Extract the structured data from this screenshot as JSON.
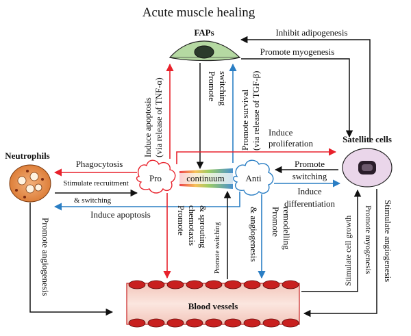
{
  "title": "Acute muscle healing",
  "nodes": {
    "faps": "FAPs",
    "satellite": "Satellite cells",
    "neutrophils": "Neutrophils",
    "blood": "Blood vessels",
    "pro": "Pro",
    "anti": "Anti",
    "continuum": "continuum"
  },
  "labels": {
    "inhibit_adipo": "Inhibit adipogenesis",
    "promote_myo": "Promote myogenesis",
    "induce_apop_tnf_1": "Induce apoptosis",
    "induce_apop_tnf_2": "(via release of TNF-α)",
    "promote_switching_faps_1": "Promote",
    "promote_switching_faps_2": "switching",
    "promote_survival_1": "Promote survival",
    "promote_survival_2": "(via release of TGF-β)",
    "induce_prolif_1": "Induce",
    "induce_prolif_2": "proliferation",
    "phagocytosis": "Phagocytosis",
    "stimulate_recruit": "Stimulate recruitment",
    "and_switching": "& switching",
    "induce_apoptosis": "Induce apoptosis",
    "promote_switching_sat_1": "Promote",
    "promote_switching_sat_2": "switching",
    "induce_diff_1": "Induce",
    "induce_diff_2": "differentiation",
    "promote_angio_neu": "Promote angiogenesis",
    "chemotaxis_1": "Promote",
    "chemotaxis_2": "chemotaxis",
    "chemotaxis_3": "& sprouting",
    "promote_switching_bv": "Promote switching",
    "remodel_1": "Promote",
    "remodel_2": "remodelling",
    "remodel_3": "& angiogenesis",
    "stim_cell_growth": "Stimulate cell growth",
    "promote_myo_v": "Promote myogenesis",
    "stim_angio": "Stimulate angiogenesis"
  },
  "colors": {
    "red": "#e8212b",
    "blue": "#2a7ec4",
    "black": "#111111",
    "fap_cell": "#b5d9a2",
    "satellite_cell": "#ead6ea",
    "vessel": "#f7d5cc",
    "rbc": "#c8201f"
  }
}
